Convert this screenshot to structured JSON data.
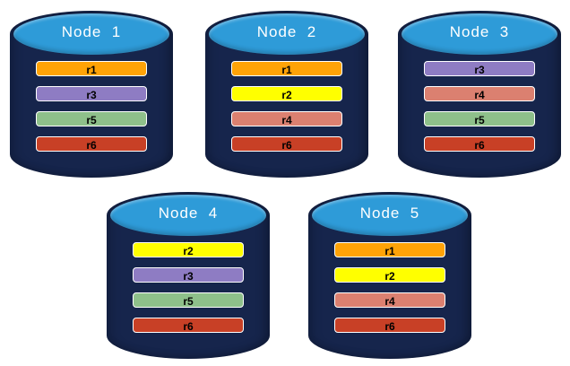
{
  "colors": {
    "cylinder_body": "#16254C",
    "cylinder_top": "#2E9BD8",
    "node_label_text": "#FFFFFF",
    "replica_label_text": "#000000",
    "replica_bar_border": "#FFFFFF"
  },
  "replica_colors": {
    "r1": "#FFA307",
    "r2": "#FFFF00",
    "r3": "#8E7CC3",
    "r4": "#DB8070",
    "r5": "#8EC08A",
    "r6": "#C84026"
  },
  "nodes": [
    {
      "label": "Node  1",
      "replicas": [
        {
          "id": "r1",
          "color": "#FFA307"
        },
        {
          "id": "r3",
          "color": "#8E7CC3"
        },
        {
          "id": "r5",
          "color": "#8EC08A"
        },
        {
          "id": "r6",
          "color": "#C84026"
        }
      ]
    },
    {
      "label": "Node  2",
      "replicas": [
        {
          "id": "r1",
          "color": "#FFA307"
        },
        {
          "id": "r2",
          "color": "#FFFF00"
        },
        {
          "id": "r4",
          "color": "#DB8070"
        },
        {
          "id": "r6",
          "color": "#C84026"
        }
      ]
    },
    {
      "label": "Node  3",
      "replicas": [
        {
          "id": "r3",
          "color": "#8E7CC3"
        },
        {
          "id": "r4",
          "color": "#DB8070"
        },
        {
          "id": "r5",
          "color": "#8EC08A"
        },
        {
          "id": "r6",
          "color": "#C84026"
        }
      ]
    },
    {
      "label": "Node  4",
      "replicas": [
        {
          "id": "r2",
          "color": "#FFFF00"
        },
        {
          "id": "r3",
          "color": "#8E7CC3"
        },
        {
          "id": "r5",
          "color": "#8EC08A"
        },
        {
          "id": "r6",
          "color": "#C84026"
        }
      ]
    },
    {
      "label": "Node  5",
      "replicas": [
        {
          "id": "r1",
          "color": "#FFA307"
        },
        {
          "id": "r2",
          "color": "#FFFF00"
        },
        {
          "id": "r4",
          "color": "#DB8070"
        },
        {
          "id": "r6",
          "color": "#C84026"
        }
      ]
    }
  ]
}
